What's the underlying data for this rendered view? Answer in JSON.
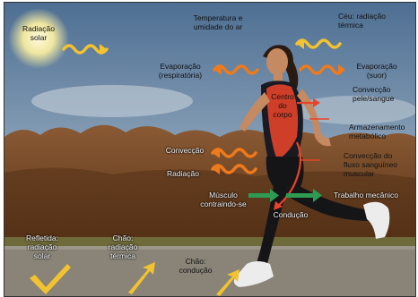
{
  "labels": {
    "solar_radiation": "Radiação\nsolar",
    "temperature_humidity": "Temperatura e\numidade do ar",
    "sky_radiation": "Céu: radiação\ntérmica",
    "evaporation_respiratory": "Evaporação\n(respiratória)",
    "evaporation_sweat": "Evaporação\n(suor)",
    "body_core": "Centro\ndo\ncorpo",
    "convection_skin_blood": "Convecção\npele/sangue",
    "metabolic_storage": "Armazenamento\nmetabólico",
    "convection_blood_muscle": "Convecção do\nfluxo sanguíneo\nmuscular",
    "convection": "Convecção",
    "radiation": "Radiação",
    "muscle_contracting": "Músculo\ncontraindo-se",
    "mechanical_work": "Trabalho mecânico",
    "conduction": "Condução",
    "reflected_solar": "Refletida:\nradiação\nsolar",
    "ground_radiation": "Chão:\nradiação\ntérmica",
    "ground_conduction": "Chão:\ncondução"
  },
  "colors": {
    "sky_top": "#4e6f93",
    "sky_bottom": "#a6b8c6",
    "trees": "#7a4a2a",
    "ground": "#8a8478",
    "wave_orange": "#f07a1a",
    "wave_yellow": "#f2c230",
    "arrow_green": "#2e9a52",
    "body_core": "#e8432a",
    "sun": "#fff6c0"
  },
  "icons": [
    "sun-icon",
    "heat-wave-icon",
    "arrow-icon",
    "runner-figure"
  ]
}
